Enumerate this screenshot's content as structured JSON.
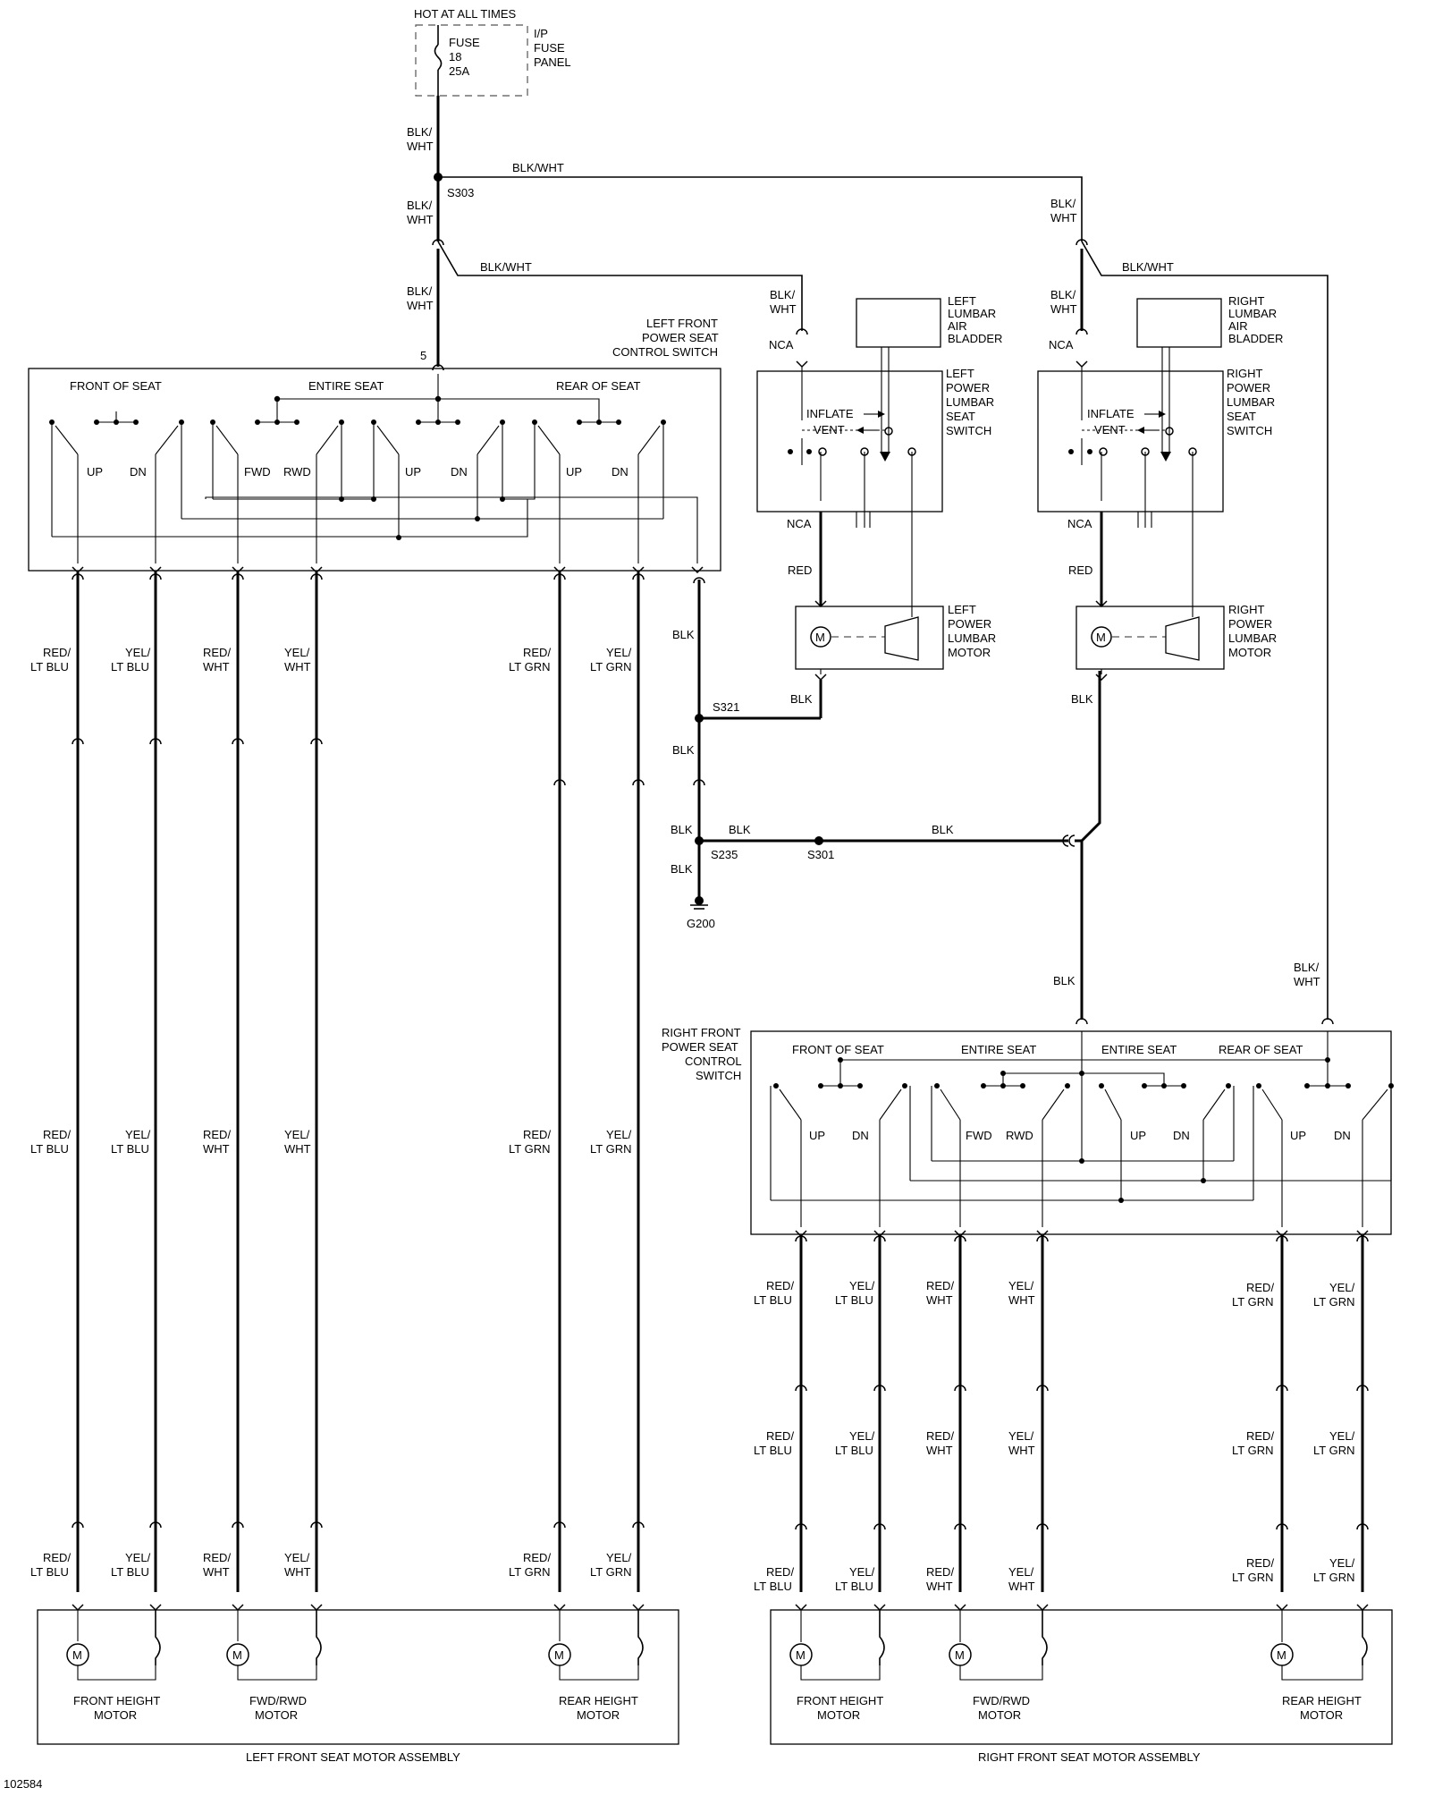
{
  "header": {
    "hot_at_all_times": "HOT AT ALL TIMES",
    "fuse": [
      "FUSE",
      "18",
      "25A"
    ],
    "fuse_panel": [
      "I/P",
      "FUSE",
      "PANEL"
    ]
  },
  "splices": {
    "s303": "S303",
    "s321": "S321",
    "s235": "S235",
    "s301": "S301",
    "g200": "G200"
  },
  "left_switch": {
    "title": [
      "LEFT FRONT",
      "POWER SEAT",
      "CONTROL SWITCH"
    ],
    "pin": "5",
    "sections": [
      "FRONT OF SEAT",
      "ENTIRE SEAT",
      "REAR OF SEAT"
    ],
    "positions": [
      "UP",
      "DN",
      "FWD",
      "RWD",
      "UP",
      "DN",
      "UP",
      "DN"
    ]
  },
  "right_switch": {
    "title": [
      "RIGHT FRONT",
      "POWER SEAT",
      "CONTROL",
      "SWITCH"
    ],
    "sections": [
      "FRONT OF SEAT",
      "ENTIRE SEAT",
      "ENTIRE SEAT",
      "REAR OF SEAT"
    ],
    "positions": [
      "UP",
      "DN",
      "FWD",
      "RWD",
      "UP",
      "DN",
      "UP",
      "DN"
    ]
  },
  "lumbar": {
    "left_bladder": [
      "LEFT",
      "LUMBAR",
      "AIR",
      "BLADDER"
    ],
    "right_bladder": [
      "RIGHT",
      "LUMBAR",
      "AIR",
      "BLADDER"
    ],
    "left_switch": [
      "LEFT",
      "POWER",
      "LUMBAR",
      "SEAT",
      "SWITCH"
    ],
    "right_switch": [
      "RIGHT",
      "POWER",
      "LUMBAR",
      "SEAT",
      "SWITCH"
    ],
    "inflate": "INFLATE",
    "vent": "VENT",
    "left_motor": [
      "LEFT",
      "POWER",
      "LUMBAR",
      "MOTOR"
    ],
    "right_motor": [
      "RIGHT",
      "POWER",
      "LUMBAR",
      "MOTOR"
    ],
    "nca": "NCA"
  },
  "wires": {
    "blk_wht": "BLK/WHT",
    "blk_wht_split": [
      "BLK/",
      "WHT"
    ],
    "blk": "BLK",
    "red": "RED",
    "red_lt_blu": [
      "RED/",
      "LT BLU"
    ],
    "yel_lt_blu": [
      "YEL/",
      "LT BLU"
    ],
    "red_wht": [
      "RED/",
      "WHT"
    ],
    "yel_wht": [
      "YEL/",
      "WHT"
    ],
    "red_lt_grn": [
      "RED/",
      "LT GRN"
    ],
    "yel_lt_grn": [
      "YEL/",
      "LT GRN"
    ]
  },
  "motors": {
    "symbol": "M",
    "front_height": [
      "FRONT HEIGHT",
      "MOTOR"
    ],
    "fwd_rwd": [
      "FWD/RWD",
      "MOTOR"
    ],
    "rear_height": [
      "REAR HEIGHT",
      "MOTOR"
    ]
  },
  "assemblies": {
    "left": "LEFT FRONT SEAT MOTOR ASSEMBLY",
    "right": "RIGHT FRONT SEAT MOTOR ASSEMBLY"
  },
  "figure_id": "102584"
}
